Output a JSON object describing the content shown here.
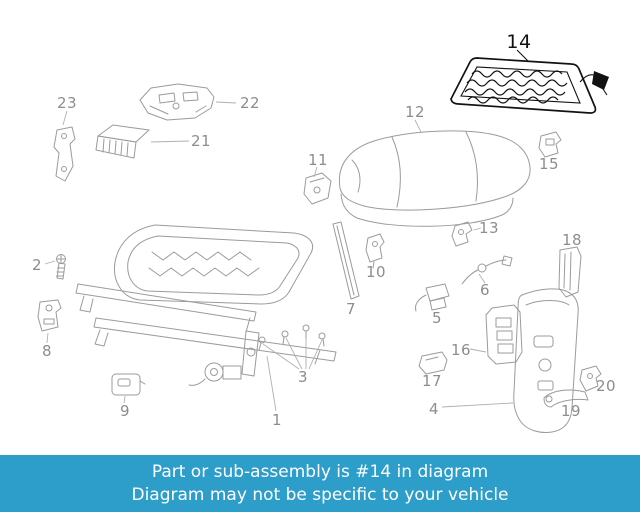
{
  "colors": {
    "banner_bg": "#2d9dc9",
    "banner_text": "#ffffff",
    "line": "#9b9b9b",
    "label": "#8d8d8d",
    "highlight": "#121212"
  },
  "banner": {
    "line1": "Part or sub-assembly is #14 in diagram",
    "line2": "Diagram may not be specific to your vehicle"
  },
  "diagram": {
    "highlighted_part": "14",
    "parts": {
      "1": "1",
      "2": "2",
      "3": "3",
      "4": "4",
      "5": "5",
      "6": "6",
      "7": "7",
      "8": "8",
      "9": "9",
      "10": "10",
      "11": "11",
      "12": "12",
      "13": "13",
      "14": "14",
      "15": "15",
      "16": "16",
      "17": "17",
      "18": "18",
      "19": "19",
      "20": "20",
      "21": "21",
      "22": "22",
      "23": "23"
    }
  }
}
